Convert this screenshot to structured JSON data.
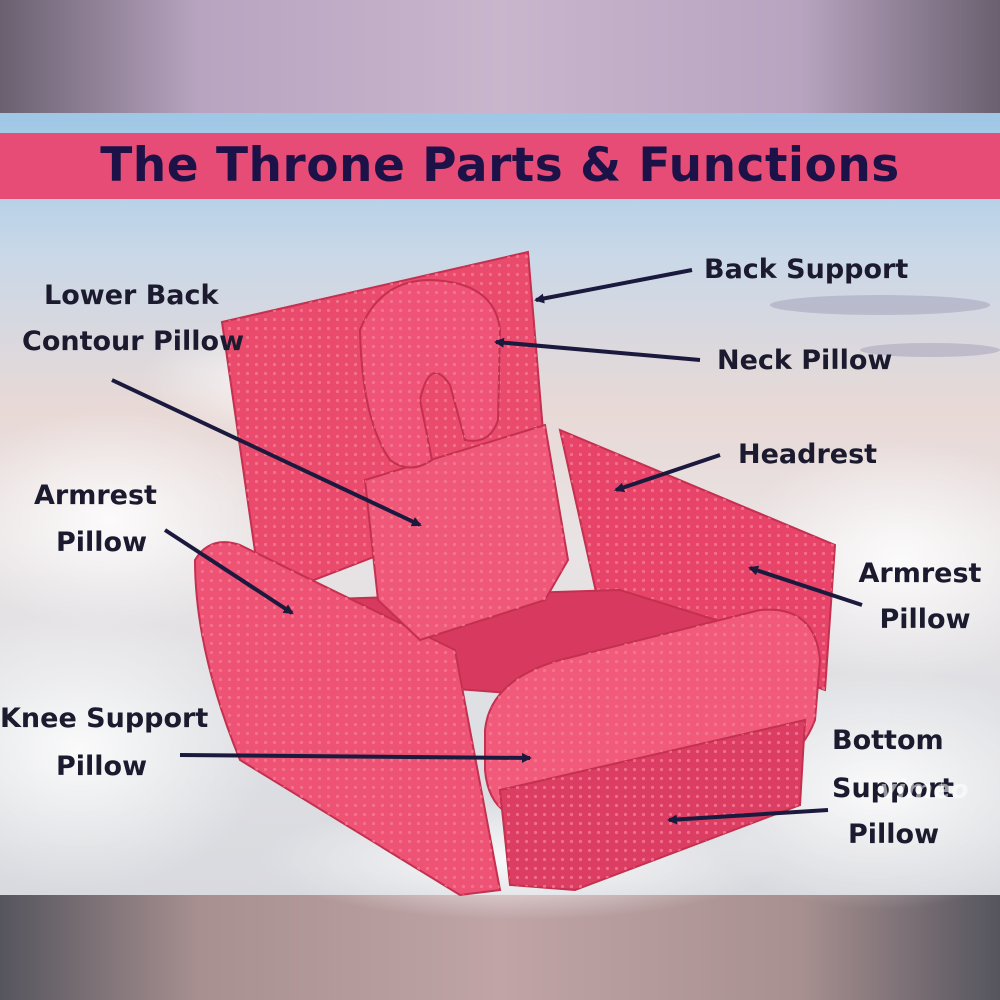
{
  "title": "The Throne Parts & Functions",
  "labels": {
    "back_support": "Back Support",
    "neck_pillow": "Neck Pillow",
    "headrest": "Headrest",
    "armrest_pillow_right_1": "Armrest",
    "armrest_pillow_right_2": "Pillow",
    "bottom_support_1": "Bottom",
    "bottom_support_2": "Support",
    "bottom_support_3": "Pillow",
    "lower_back_1": "Lower Back",
    "lower_back_2": "Contour Pillow",
    "armrest_pillow_left_1": "Armrest",
    "armrest_pillow_left_2": "Pillow",
    "knee_support_1": "Knee Support",
    "knee_support_2": "Pillow"
  },
  "watermark": "vimeo",
  "colors": {
    "title_bar": "#e64c75",
    "title_text": "#1c1248",
    "chair": "#e8486a",
    "arrow": "#1b1a3e"
  }
}
